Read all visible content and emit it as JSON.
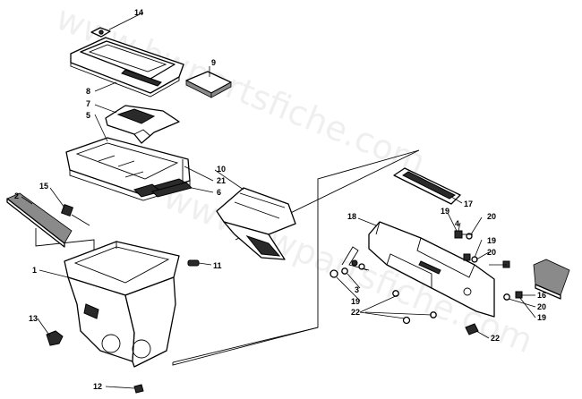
{
  "watermark": "www.bwpartsfiche.com",
  "callouts": {
    "c14": "14",
    "c9": "9",
    "c8": "8",
    "c7": "7",
    "c5": "5",
    "c10": "10",
    "c21": "21",
    "c6": "6",
    "c15": "15",
    "c2": "2",
    "c11": "11",
    "c1": "1",
    "c13": "13",
    "c12": "12",
    "c17": "17",
    "c18": "18",
    "c19a": "19",
    "c20a": "20",
    "c4": "4",
    "c19b": "19",
    "c20b": "20",
    "c3": "3",
    "c19c": "19",
    "c22a": "22",
    "c16": "16",
    "c20c": "20",
    "c19d": "19",
    "c22b": "22"
  }
}
